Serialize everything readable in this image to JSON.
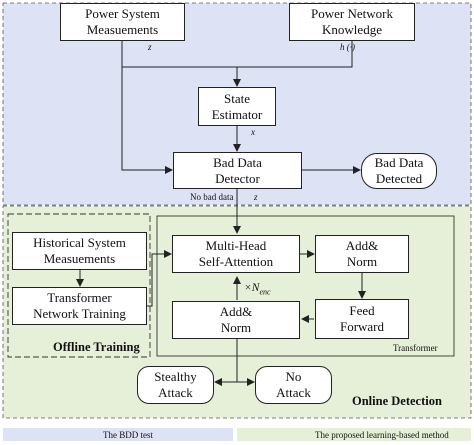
{
  "nodes": {
    "power_system_measurements": "Power System\nMeasuements",
    "power_network_knowledge": "Power Network\nKnowledge",
    "state_estimator": "State\nEstimator",
    "bad_data_detector": "Bad Data\nDetector",
    "bad_data_detected": "Bad Data\nDetected",
    "historical_system_measurements": "Historical System\nMeasuements",
    "transformer_network_training": "Transformer\nNetwork Training",
    "multi_head_self_attention": "Multi-Head\nSelf-Attention",
    "add_norm_top": "Add&\nNorm",
    "feed_forward": "Feed\nForward",
    "add_norm_bottom": "Add&\nNorm",
    "stealthy_attack": "Stealthy\nAttack",
    "no_attack": "No\nAttack"
  },
  "labels": {
    "z1": "z",
    "h": "h (·)",
    "x": "x",
    "no_bad_data": "No bad data",
    "z2": "z",
    "n_enc_prefix": "×N",
    "n_enc_sub": "enc",
    "transformer": "Transformer",
    "offline_training": "Offline Training",
    "online_detection": "Online Detection"
  },
  "legend": {
    "bdd_test": "The BDD test",
    "proposed_method": "The proposed learning-based method"
  },
  "colors": {
    "bdd_region": "#dde3f4",
    "learning_region": "#e6f0d9",
    "line": "#222222"
  }
}
